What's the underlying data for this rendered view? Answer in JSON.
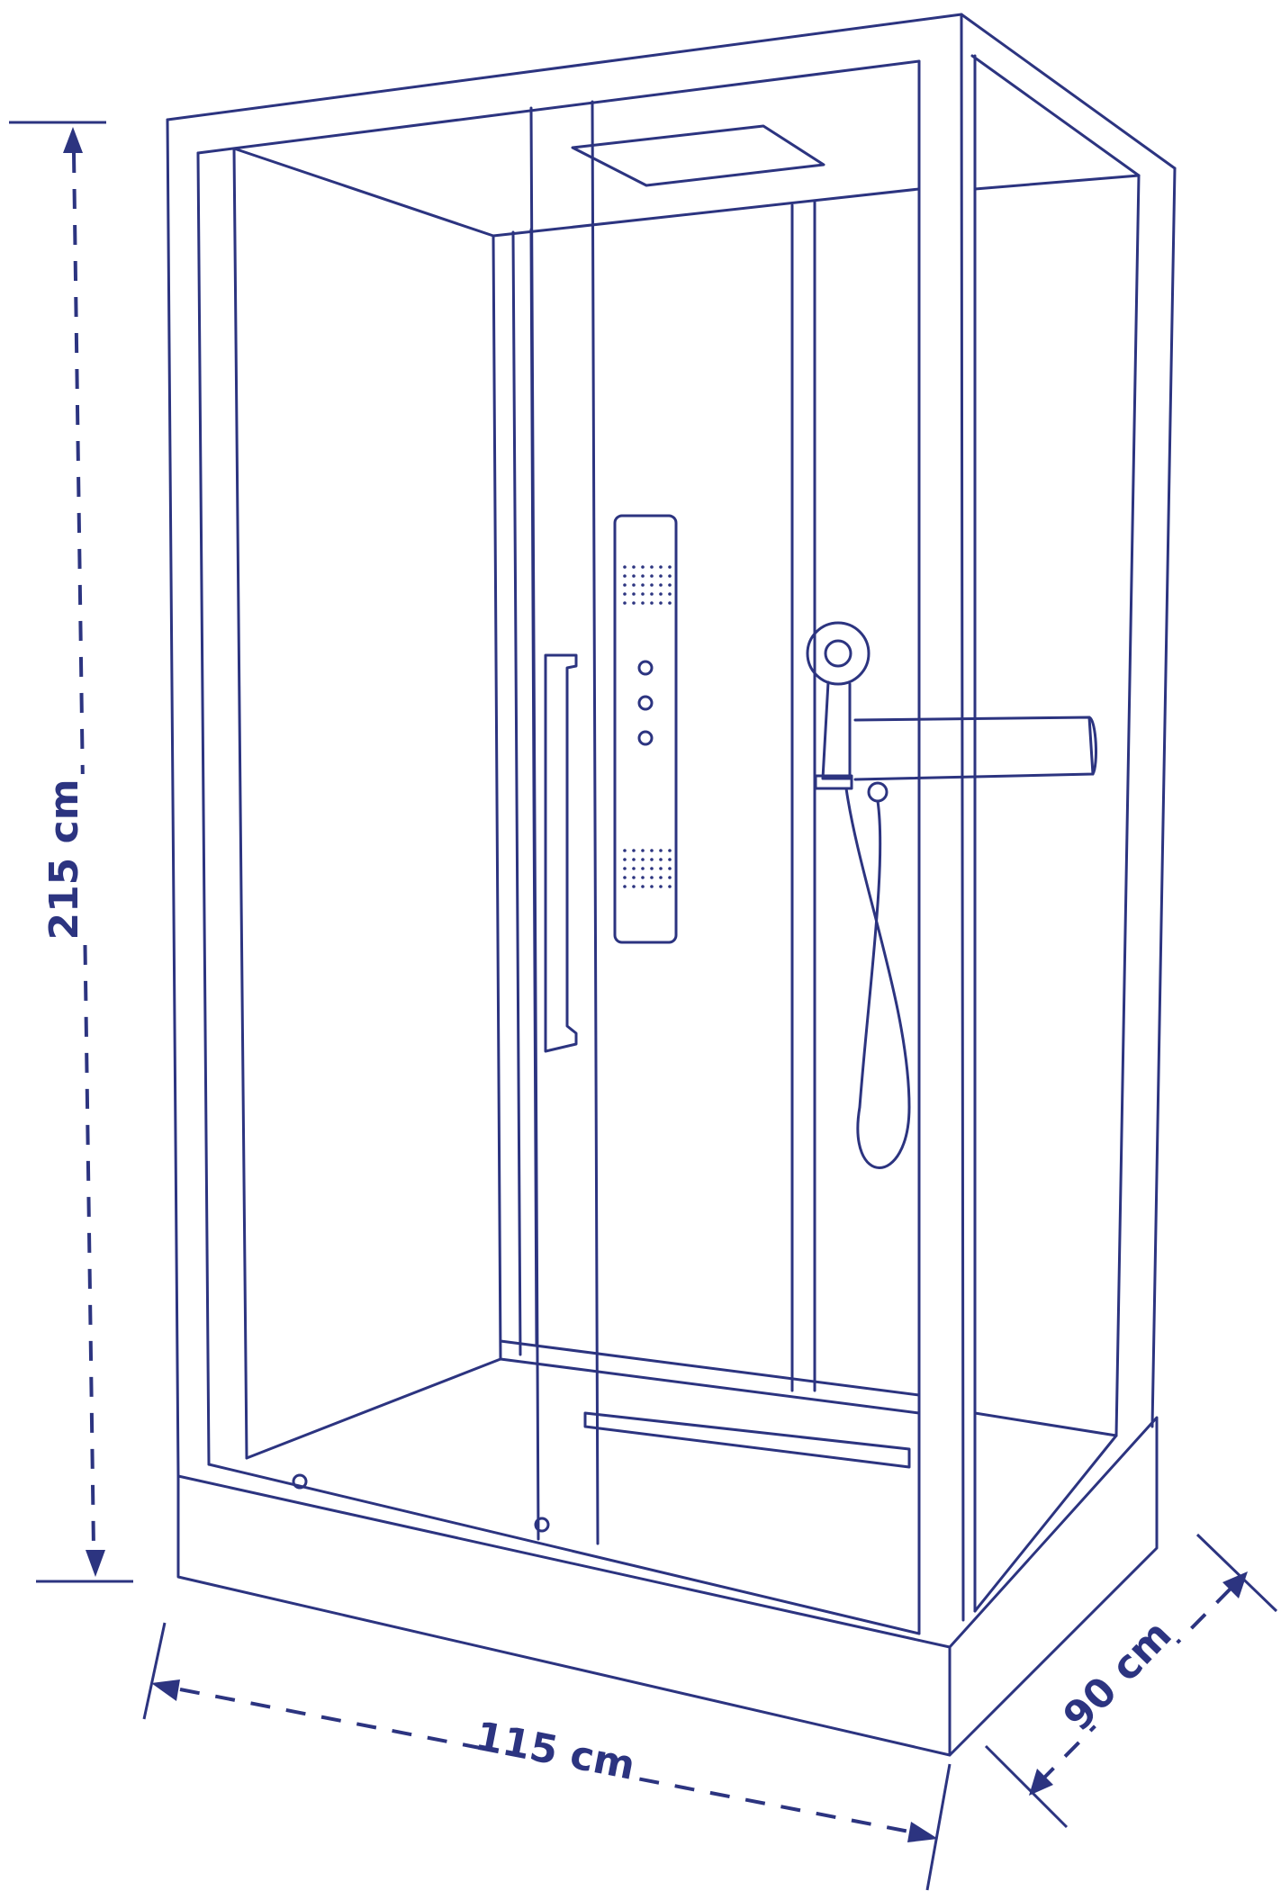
{
  "colors": {
    "ink": "#2c3480",
    "background": "#ffffff"
  },
  "dimensions": {
    "height": "215 cm",
    "width": "115 cm",
    "depth": "90 cm"
  }
}
